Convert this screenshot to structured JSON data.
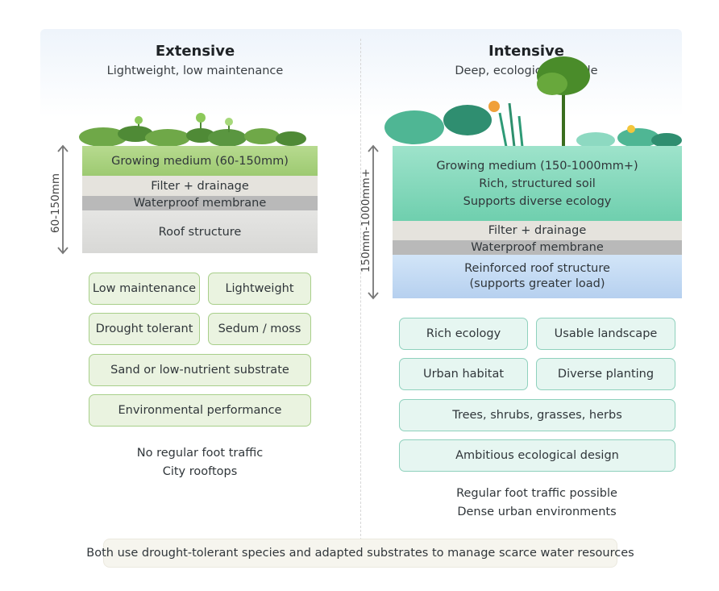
{
  "extensive": {
    "title": "Extensive",
    "subtitle": "Lightweight, low maintenance",
    "depth_label": "60-150mm",
    "layers": {
      "growing_medium": "Growing medium (60-150mm)",
      "filter": "Filter + drainage",
      "membrane": "Waterproof membrane",
      "structure": "Roof structure"
    },
    "tags": [
      "Low maintenance",
      "Lightweight",
      "Drought tolerant",
      "Sedum / moss",
      "Sand or low-nutrient substrate",
      "Environmental performance"
    ],
    "notes": [
      "No regular foot traffic",
      "City rooftops"
    ]
  },
  "intensive": {
    "title": "Intensive",
    "subtitle": "Deep, ecological, usable",
    "depth_label": "150mm-1000mm+",
    "layers": {
      "growing_medium": [
        "Growing medium (150-1000mm+)",
        "Rich, structured soil",
        "Supports diverse ecology"
      ],
      "filter": "Filter + drainage",
      "membrane": "Waterproof membrane",
      "structure": [
        "Reinforced roof structure",
        "(supports greater load)"
      ]
    },
    "tags": [
      "Rich ecology",
      "Usable landscape",
      "Urban habitat",
      "Diverse planting",
      "Trees, shrubs, grasses, herbs",
      "Ambitious ecological design"
    ],
    "notes": [
      "Regular foot traffic possible",
      "Dense urban environments"
    ]
  },
  "footer": "Both use drought-tolerant species and adapted substrates to manage scarce water resources",
  "colors": {
    "extensive_growing": "#a5cf7c",
    "intensive_growing": "#7fd4b8",
    "filter": "#e5e3dd",
    "membrane": "#b9b9b9",
    "roof_structure": "#dddddb",
    "reinforced_structure": "#c4daf2",
    "extensive_plants": "#6fa848",
    "intensive_plants": "#3aa886"
  }
}
